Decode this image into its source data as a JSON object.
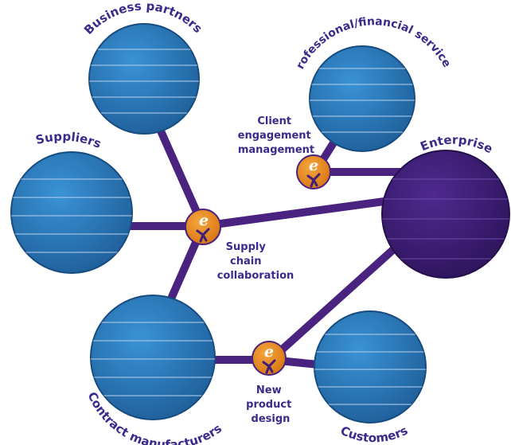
{
  "colors": {
    "node_blue": "#2d7fc1",
    "node_blue_dark": "#1f5f9a",
    "enterprise_purple": "#3f1f77",
    "connector_purple": "#4a2380",
    "hub_orange": "#e8891f",
    "label_text": "#3a2a8c",
    "stripe": "#a8c8ea"
  },
  "nodes": {
    "business_partners": "Business partners",
    "professional_services": "Professional/financial services",
    "suppliers": "Suppliers",
    "enterprise": "Enterprise",
    "contract_manufacturers": "Contract manufacturers",
    "customers": "Customers"
  },
  "hubs": {
    "client_engagement": {
      "icon": "e-business-icon",
      "glyph": "e",
      "label_lines": [
        "Client",
        "engagement",
        "management"
      ]
    },
    "supply_chain": {
      "icon": "e-business-icon",
      "glyph": "e",
      "label_lines": [
        "Supply",
        "chain",
        "collaboration"
      ]
    },
    "new_product": {
      "icon": "e-business-icon",
      "glyph": "e",
      "label_lines": [
        "New",
        "product",
        "design"
      ]
    }
  }
}
